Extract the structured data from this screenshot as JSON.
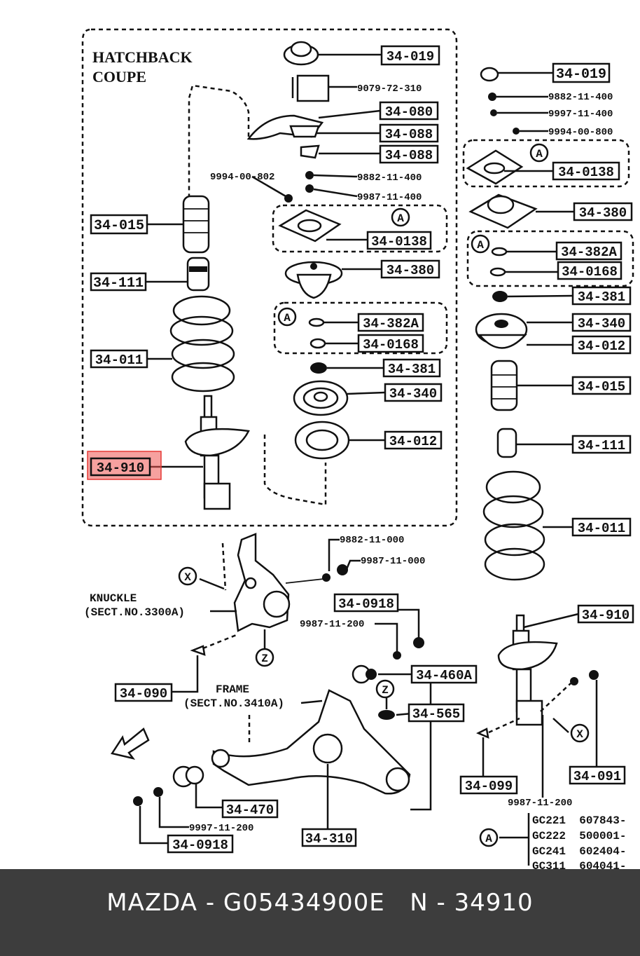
{
  "diagram": {
    "group_title_1": "HATCHBACK",
    "group_title_2": "COUPE",
    "highlight_color": "#e53935",
    "part_labels": [
      "34-019",
      "34-080",
      "34-088",
      "34-088",
      "34-0138",
      "34-380",
      "34-382A",
      "34-0168",
      "34-381",
      "34-340",
      "34-012",
      "34-015",
      "34-111",
      "34-011",
      "34-910",
      "34-019",
      "34-0138",
      "34-380",
      "34-382A",
      "34-0168",
      "34-381",
      "34-340",
      "34-012",
      "34-015",
      "34-111",
      "34-011",
      "34-910",
      "34-0918",
      "34-460A",
      "34-565",
      "34-090",
      "34-470",
      "34-310",
      "34-0918",
      "34-099",
      "34-091"
    ],
    "small_labels": [
      "9079-72-310",
      "9994-00-802",
      "9882-11-400",
      "9987-11-400",
      "9882-11-400",
      "9997-11-400",
      "9994-00-800",
      "9882-11-000",
      "9987-11-000",
      "9987-11-200",
      "9987-11-200",
      "9997-11-200"
    ],
    "knuckle_1": "KNUCKLE",
    "knuckle_2": "(SECT.NO.3300A)",
    "frame_1": "FRAME",
    "frame_2": "(SECT.NO.3410A)",
    "circle_letters": [
      "A",
      "A",
      "A",
      "A",
      "X",
      "X",
      "Z",
      "Z"
    ],
    "serial_table": [
      "GC221  607843-",
      "GC222  500001-",
      "GC241  602404-",
      "GC311  604041-"
    ]
  },
  "footer": {
    "text": "MAZDA - G05434900E   N - 34910"
  }
}
